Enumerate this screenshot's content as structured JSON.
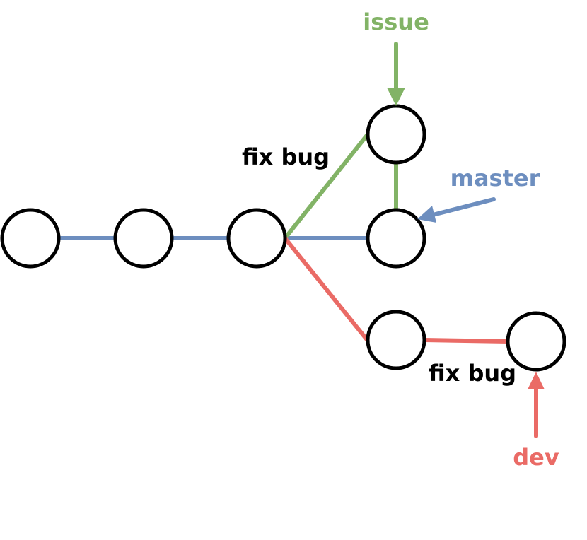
{
  "colors": {
    "master": "#6d8ebf",
    "issue": "#82b366",
    "dev": "#ea6b66",
    "node_stroke": "#000000",
    "label": "#000000"
  },
  "branches": {
    "issue": "issue",
    "master": "master",
    "dev": "dev"
  },
  "commit_messages": {
    "issue_commit": "fix bug",
    "dev_commit": "fix bug"
  }
}
